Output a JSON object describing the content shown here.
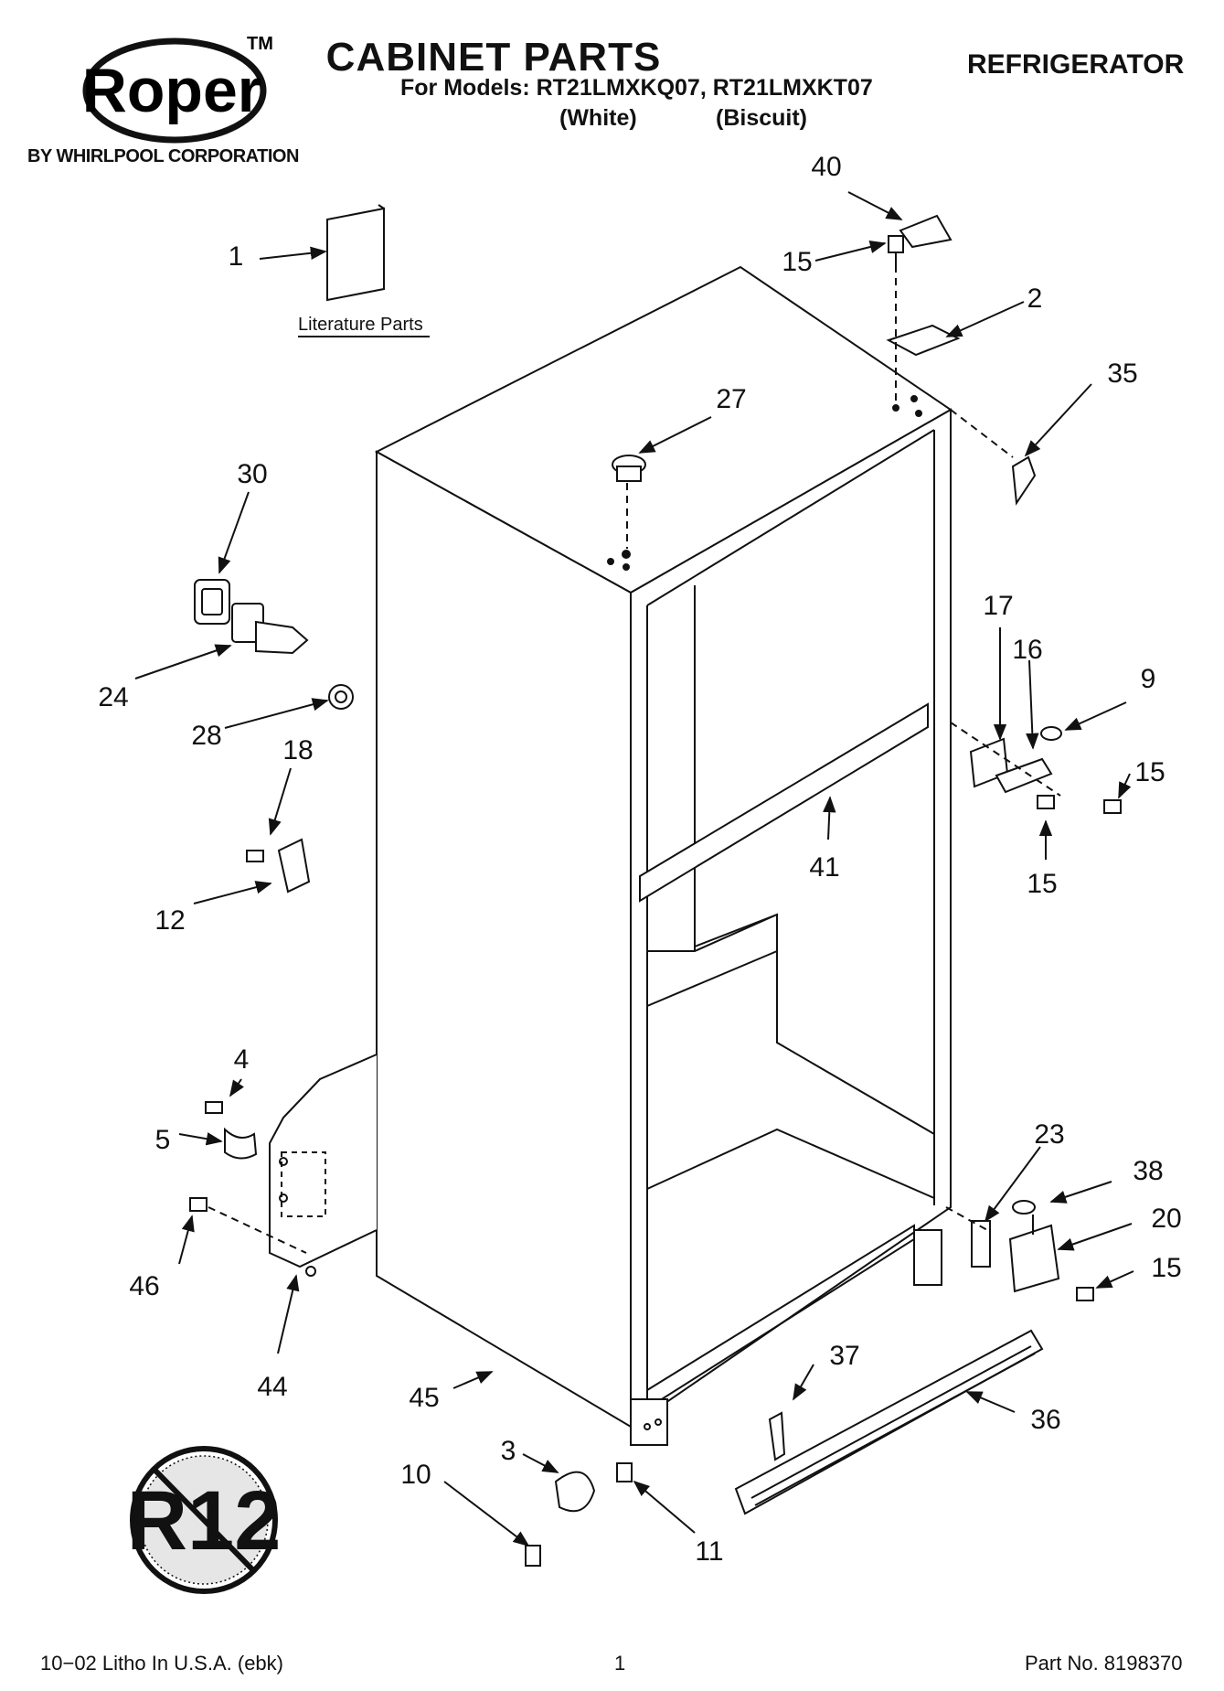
{
  "header": {
    "brand": "Roper",
    "trademark": "TM",
    "corporation": "BY WHIRLPOOL CORPORATION",
    "title": "CABINET PARTS",
    "models_line": "For Models: RT21LMXKQ07, RT21LMXKT07",
    "color_white": "(White)",
    "color_biscuit": "(Biscuit)",
    "category": "REFRIGERATOR"
  },
  "literature_label": "Literature Parts",
  "badge_text": "R12",
  "callouts": [
    {
      "id": "c1",
      "label": "1"
    },
    {
      "id": "c40",
      "label": "40"
    },
    {
      "id": "c15a",
      "label": "15"
    },
    {
      "id": "c2",
      "label": "2"
    },
    {
      "id": "c35",
      "label": "35"
    },
    {
      "id": "c27",
      "label": "27"
    },
    {
      "id": "c30",
      "label": "30"
    },
    {
      "id": "c24",
      "label": "24"
    },
    {
      "id": "c28",
      "label": "28"
    },
    {
      "id": "c18",
      "label": "18"
    },
    {
      "id": "c12",
      "label": "12"
    },
    {
      "id": "c17",
      "label": "17"
    },
    {
      "id": "c16",
      "label": "16"
    },
    {
      "id": "c9",
      "label": "9"
    },
    {
      "id": "c15b",
      "label": "15"
    },
    {
      "id": "c15c",
      "label": "15"
    },
    {
      "id": "c41",
      "label": "41"
    },
    {
      "id": "c4",
      "label": "4"
    },
    {
      "id": "c5",
      "label": "5"
    },
    {
      "id": "c46",
      "label": "46"
    },
    {
      "id": "c44",
      "label": "44"
    },
    {
      "id": "c23",
      "label": "23"
    },
    {
      "id": "c38",
      "label": "38"
    },
    {
      "id": "c20",
      "label": "20"
    },
    {
      "id": "c15d",
      "label": "15"
    },
    {
      "id": "c37",
      "label": "37"
    },
    {
      "id": "c36",
      "label": "36"
    },
    {
      "id": "c45",
      "label": "45"
    },
    {
      "id": "c3",
      "label": "3"
    },
    {
      "id": "c10",
      "label": "10"
    },
    {
      "id": "c11",
      "label": "11"
    }
  ],
  "footer": {
    "left": "10−02 Litho In U.S.A. (ebk)",
    "page": "1",
    "part_no": "Part No. 8198370"
  }
}
